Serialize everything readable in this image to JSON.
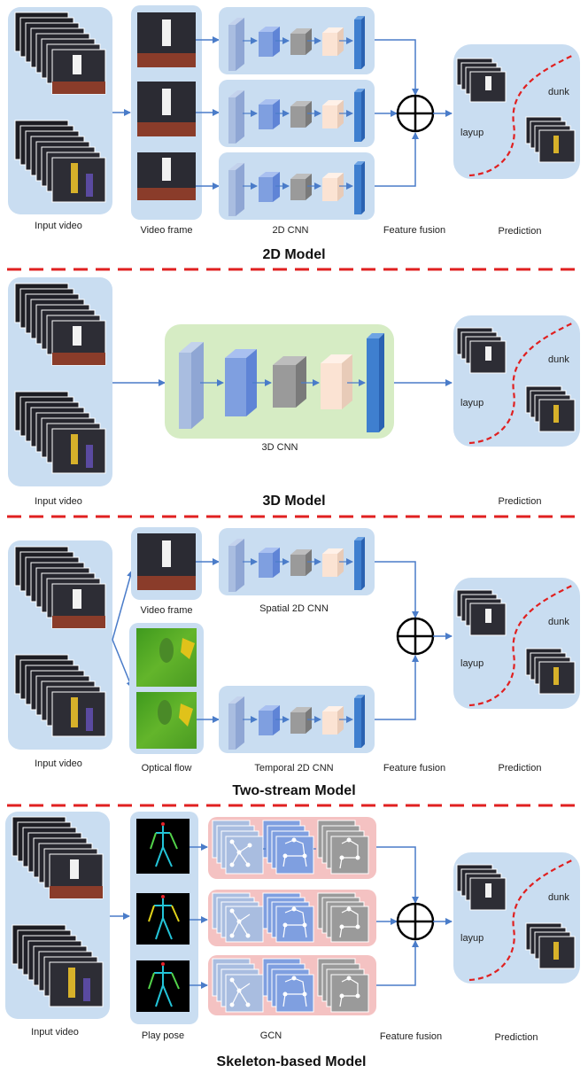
{
  "colors": {
    "panel_blue": "#c9ddf1",
    "panel_green": "#d6ecc4",
    "panel_pink": "#f4c2c2",
    "arrow": "#4a7cc9",
    "divider": "#e02020",
    "boundary": "#e02020",
    "layer_light": "#a9bde0",
    "layer_mid": "#7f9fe0",
    "layer_gray": "#9a9a9a",
    "layer_peach": "#fbe3d3",
    "layer_dark": "#3f7fcf"
  },
  "sections": [
    {
      "title": "2D Model",
      "labels": {
        "input": "Input video",
        "frame": "Video frame",
        "cnn": "2D CNN",
        "fusion": "Feature fusion",
        "prediction": "Prediction"
      },
      "classes": [
        "layup",
        "dunk"
      ]
    },
    {
      "title": "3D Model",
      "labels": {
        "input": "Input video",
        "cnn": "3D CNN",
        "prediction": "Prediction"
      },
      "classes": [
        "layup",
        "dunk"
      ]
    },
    {
      "title": "Two-stream Model",
      "labels": {
        "input": "Input video",
        "frame": "Video frame",
        "flow": "Optical flow",
        "spatial": "Spatial 2D CNN",
        "temporal": "Temporal 2D CNN",
        "fusion": "Feature fusion",
        "prediction": "Prediction"
      },
      "classes": [
        "layup",
        "dunk"
      ]
    },
    {
      "title": "Skeleton-based Model",
      "labels": {
        "input": "Input video",
        "pose": "Play pose",
        "gcn": "GCN",
        "fusion": "Feature fusion",
        "prediction": "Prediction"
      },
      "classes": [
        "layup",
        "dunk"
      ]
    }
  ]
}
